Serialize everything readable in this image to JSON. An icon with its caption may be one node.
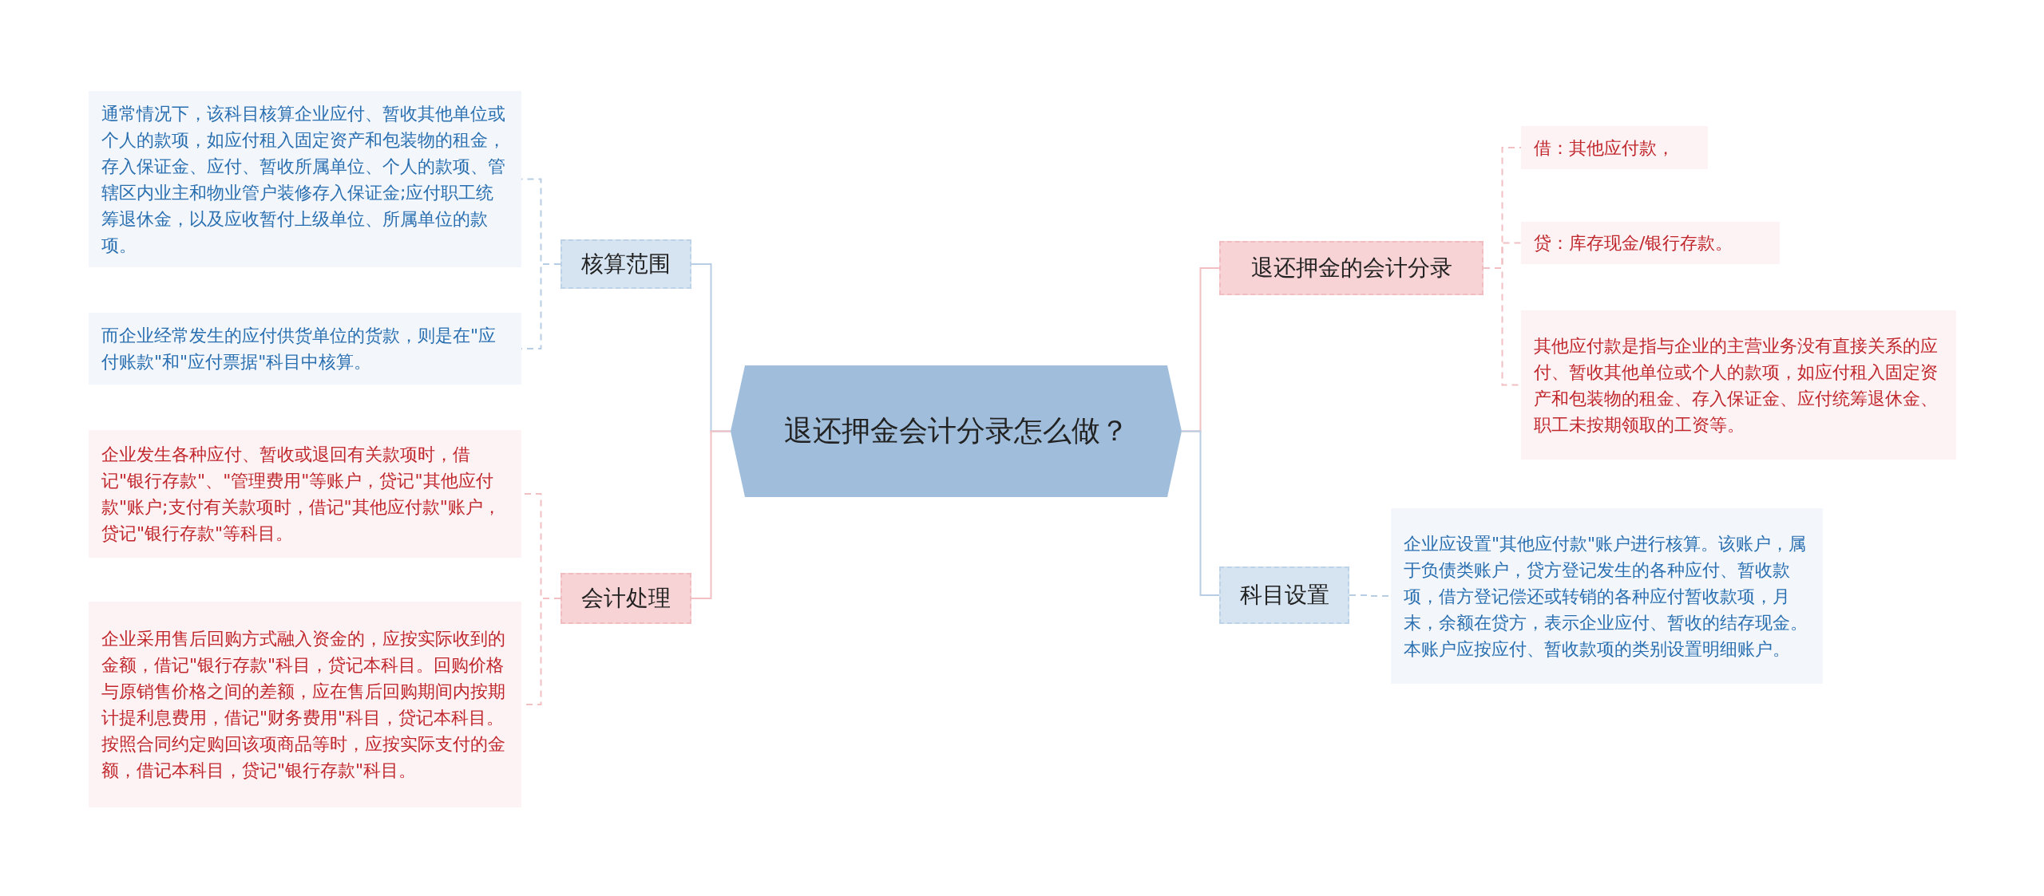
{
  "diagram": {
    "nodes": [
      {
        "text": [
          "退还押金会计分录怎么做？"
        ]
      },
      {
        "text": [
          "核算范围"
        ]
      },
      {
        "text": [
          "通常情况下，该科目核算企业应付、暂收其他单位或个人的款项，如应付租入固定资产和包装物的租金，存入保证金、应付、暂收所属单位、个人的款项、管辖区内业主和物业管户装修存入保证金;应付职工统筹退休金，以及应收暂付上级单位、所属单位的款项。"
        ]
      },
      {
        "text": [
          "而企业经常发生的应付供货单位的货款，则是在\"应付账款\"和\"应付票据\"科目中核算。"
        ]
      },
      {
        "text": [
          "会计处理"
        ]
      },
      {
        "text": [
          "企业发生各种应付、暂收或退回有关款项时，借记\"银行存款\"、\"管理费用\"等账户，贷记\"其他应付款\"账户;支付有关款项时，借记\"其他应付款\"账户，贷记\"银行存款\"等科目。"
        ]
      },
      {
        "text": [
          "企业采用售后回购方式融入资金的，应按实际收到的金额，借记\"银行存款\"科目，贷记本科目。回购价格与原销售价格之间的差额，应在售后回购期间内按期计提利息费用，借记\"财务费用\"科目，贷记本科目。按照合同约定购回该项商品等时，应按实际支付的金额，借记本科目，贷记\"银行存款\"科目。"
        ]
      },
      {
        "text": [
          "退还押金的会计分录"
        ]
      },
      {
        "text": [
          "借：其他应付款，"
        ]
      },
      {
        "text": [
          "贷：库存现金/银行存款。"
        ]
      },
      {
        "text": [
          "其他应付款是指与企业的主营业务没有直接关系的应付、暂收其他单位或个人的款项，如应付租入固定资产和包装物的租金、存入保证金、应付统筹退休金、职工未按期领取的工资等。"
        ]
      },
      {
        "text": [
          "科目设置"
        ]
      },
      {
        "text": [
          "企业应设置\"其他应付款\"账户进行核算。该账户，属于负债类账户，贷方登记发生的各种应付、暂收款项，借方登记偿还或转销的各种应付暂收款项，月末，余额在贷方，表示企业应付、暂收的结存现金。本账户应按应付、暂收款项的类别设置明细账户。"
        ]
      }
    ],
    "edges": [
      {
        "from": 0,
        "to": 1,
        "arrow": "none",
        "color": "#b7cde3"
      },
      {
        "from": 1,
        "to": 2,
        "arrow": "none",
        "style": "dashed",
        "color": "#b7cde3"
      },
      {
        "from": 1,
        "to": 3,
        "arrow": "none",
        "style": "dashed",
        "color": "#b7cde3"
      },
      {
        "from": 0,
        "to": 4,
        "arrow": "none",
        "color": "#f2c0c3"
      },
      {
        "from": 4,
        "to": 5,
        "arrow": "none",
        "style": "dashed",
        "color": "#f2c0c3"
      },
      {
        "from": 4,
        "to": 6,
        "arrow": "none",
        "style": "dashed",
        "color": "#f2c0c3"
      },
      {
        "from": 0,
        "to": 7,
        "arrow": "none",
        "color": "#f2c0c3"
      },
      {
        "from": 7,
        "to": 8,
        "arrow": "none",
        "style": "dashed",
        "color": "#f2c0c3"
      },
      {
        "from": 7,
        "to": 9,
        "arrow": "none",
        "style": "dashed",
        "color": "#f2c0c3"
      },
      {
        "from": 7,
        "to": 10,
        "arrow": "none",
        "style": "dashed",
        "color": "#f2c0c3"
      },
      {
        "from": 0,
        "to": 11,
        "arrow": "none",
        "color": "#b7cde3"
      },
      {
        "from": 11,
        "to": 12,
        "arrow": "none",
        "style": "dashed",
        "color": "#b7cde3"
      }
    ]
  }
}
